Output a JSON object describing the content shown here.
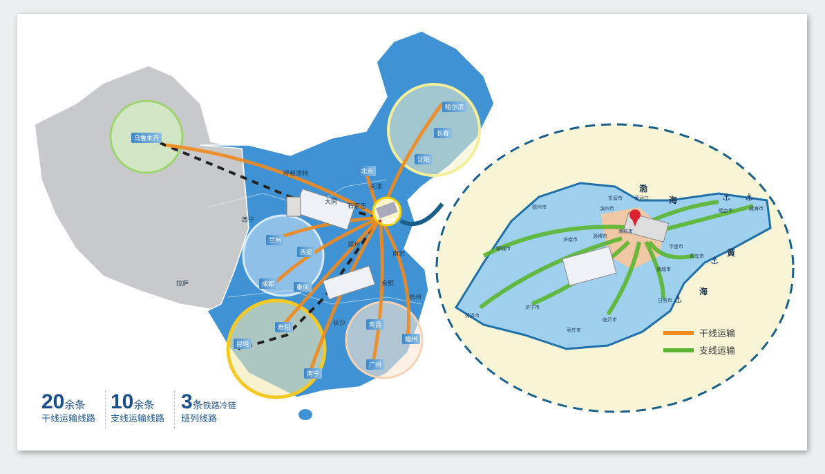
{
  "hub": "潍坊",
  "china_cities_boxed": [
    "乌鲁木齐",
    "北京",
    "兰州",
    "西安",
    "成都",
    "重庆",
    "贵阳",
    "昆明",
    "南宁",
    "南昌",
    "福州",
    "广州",
    "哈尔滨",
    "长春",
    "沈阳"
  ],
  "china_cities_plain": [
    "呼和浩特",
    "天津",
    "大同",
    "石家庄",
    "西宁",
    "郑州",
    "南京",
    "合肥",
    "杭州",
    "长沙",
    "拉萨"
  ],
  "shandong_cities": [
    "德州市",
    "滨州市",
    "东营市",
    "黄河口",
    "潍坊市",
    "济南市",
    "淄博市",
    "聊城市",
    "烟台市",
    "威海市",
    "平度市",
    "青岛市",
    "诸城市",
    "日照市",
    "临沂市",
    "济宁市",
    "菏泽市",
    "枣庄市"
  ],
  "seas": [
    "渤",
    "海",
    "黄",
    "海"
  ],
  "legend": [
    {
      "label": "干线运输",
      "color": "#f08a1e"
    },
    {
      "label": "支线运输",
      "color": "#5cb531"
    }
  ],
  "stats": [
    {
      "number": "20",
      "unit": "余条",
      "desc": "干线运输线路"
    },
    {
      "number": "10",
      "unit": "余条",
      "desc": "支线运输线路"
    },
    {
      "number": "3",
      "unit": "条",
      "unit2": "铁路冷链",
      "desc": "班列线路"
    }
  ],
  "colors": {
    "trunk": "#f08a1e",
    "branch": "#5cb531",
    "china_east": "#3f93d4",
    "china_west": "#c8c9cb",
    "inset_bg": "#f7f5d6",
    "text": "#1a4f8a"
  }
}
